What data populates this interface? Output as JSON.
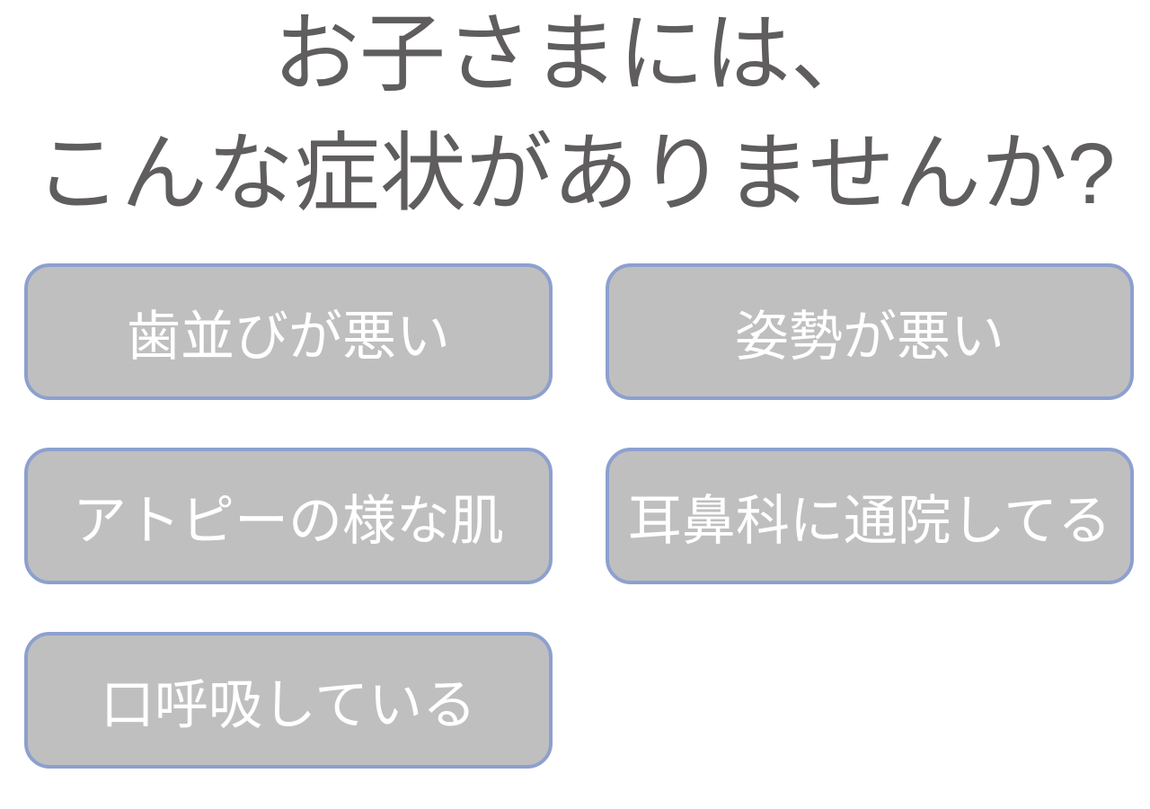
{
  "heading": {
    "line1": "お子さまには、",
    "line2": "こんな症状がありませんか?"
  },
  "buttons": [
    {
      "id": "teeth-alignment",
      "label": "歯並びが悪い"
    },
    {
      "id": "posture",
      "label": "姿勢が悪い"
    },
    {
      "id": "atopic-skin",
      "label": "アトピーの様な肌"
    },
    {
      "id": "ent-clinic",
      "label": "耳鼻科に通院してる"
    },
    {
      "id": "mouth-breathing",
      "label": "口呼吸している"
    }
  ],
  "colors": {
    "page_background": "#ffffff",
    "heading_text": "#5f5d5d",
    "button_fill": "#bfbfbf",
    "button_border": "#8da0ce",
    "button_text": "#ffffff"
  }
}
